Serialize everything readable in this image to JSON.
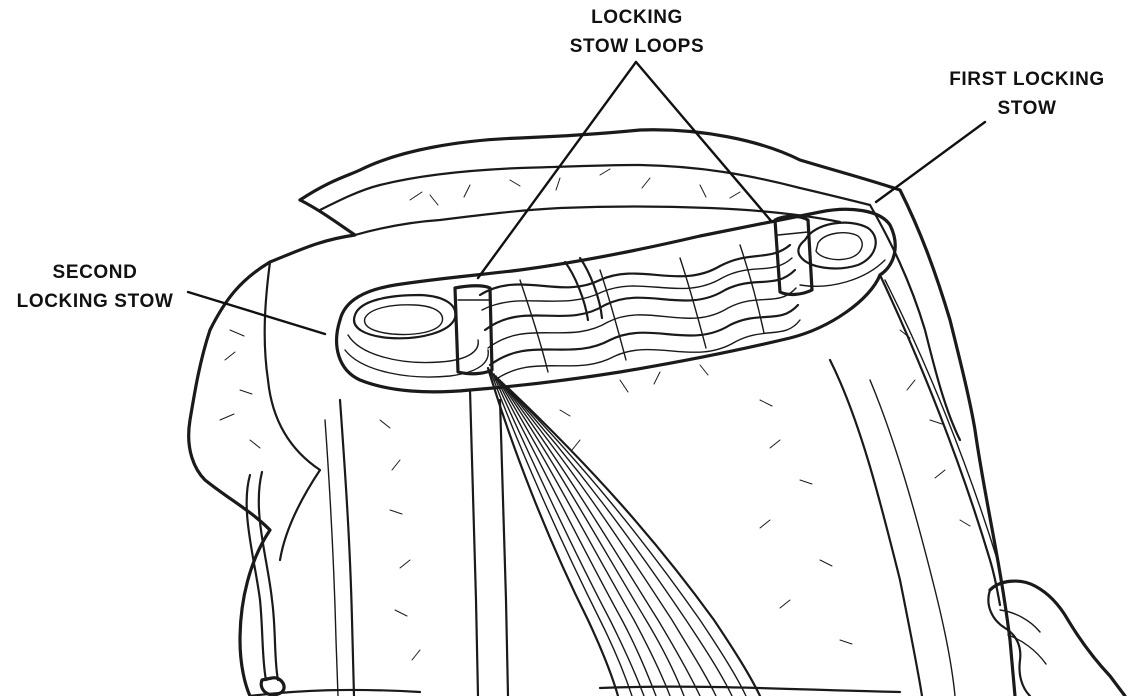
{
  "labels": {
    "locking_stow_loops": [
      "LOCKING",
      "STOW LOOPS"
    ],
    "first_locking_stow": [
      "FIRST LOCKING",
      "STOW"
    ],
    "second_locking_stow": [
      "SECOND",
      "LOCKING STOW"
    ]
  },
  "colors": {
    "ink": "#1a1a1a",
    "paper": "#ffffff"
  }
}
